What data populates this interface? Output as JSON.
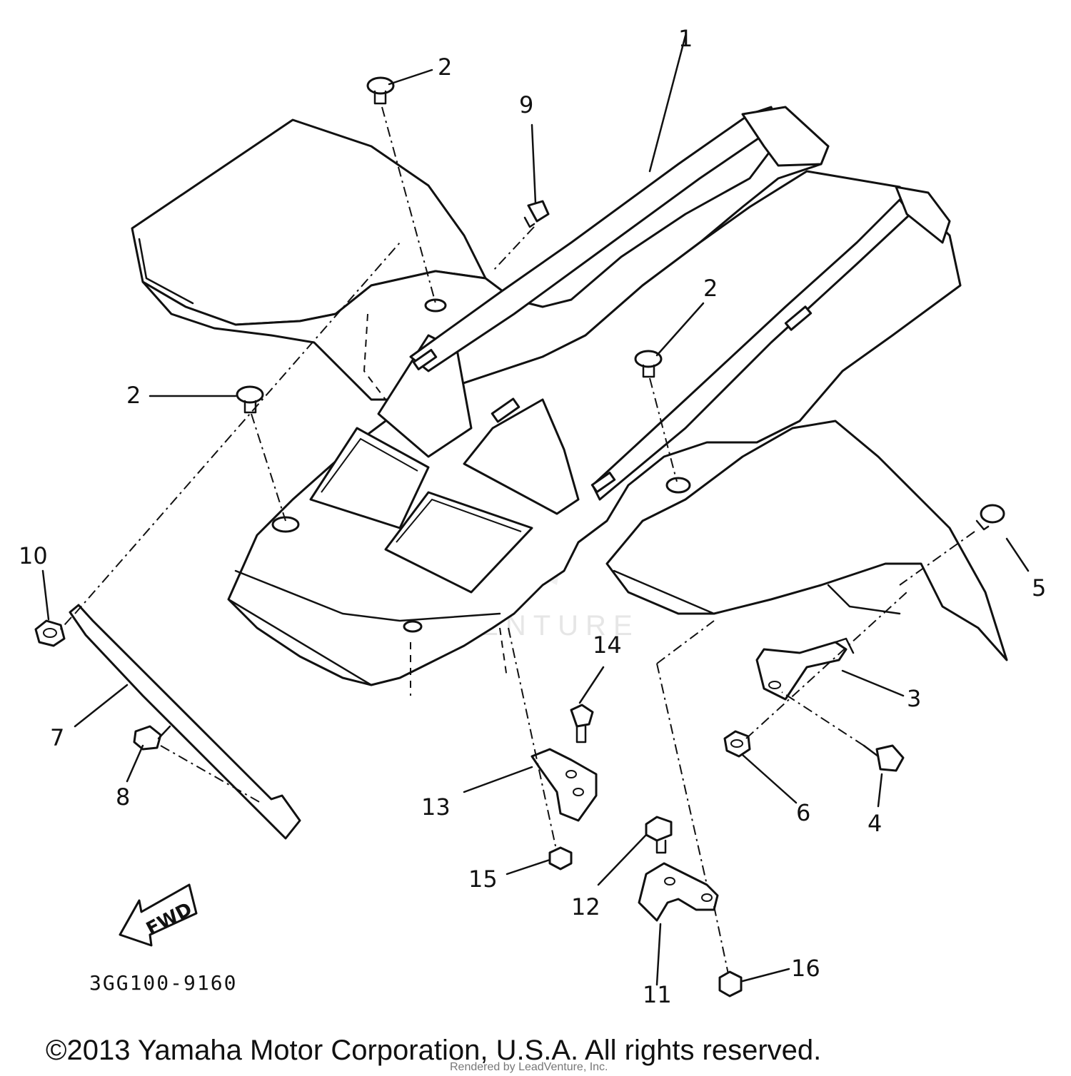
{
  "diagram": {
    "reference_code": "3GG100-9160",
    "direction_arrow": "FWD",
    "watermark": "LEADVENTURE",
    "copyright": "©2013 Yamaha Motor Corporation, U.S.A. All rights reserved.",
    "rendered_by": "Rendered by LeadVenture, Inc.",
    "callouts": [
      {
        "id": "c1a",
        "label": "1"
      },
      {
        "id": "c2a",
        "label": "2"
      },
      {
        "id": "c2b",
        "label": "2"
      },
      {
        "id": "c2c",
        "label": "2"
      },
      {
        "id": "c3",
        "label": "3"
      },
      {
        "id": "c4",
        "label": "4"
      },
      {
        "id": "c5",
        "label": "5"
      },
      {
        "id": "c6",
        "label": "6"
      },
      {
        "id": "c7",
        "label": "7"
      },
      {
        "id": "c8",
        "label": "8"
      },
      {
        "id": "c9",
        "label": "9"
      },
      {
        "id": "c10",
        "label": "10"
      },
      {
        "id": "c11",
        "label": "11"
      },
      {
        "id": "c12",
        "label": "12"
      },
      {
        "id": "c13",
        "label": "13"
      },
      {
        "id": "c14",
        "label": "14"
      },
      {
        "id": "c15",
        "label": "15"
      },
      {
        "id": "c16",
        "label": "16"
      }
    ]
  }
}
